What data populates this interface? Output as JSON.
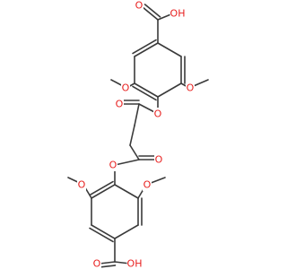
{
  "colors": {
    "background": "#ffffff",
    "bond": "#3a3a3a",
    "oxygen": "#e8201f"
  },
  "labels": {
    "top_acid_oh": "OH",
    "top_acid_o": "O",
    "top_left_methoxy_o": "O",
    "top_right_methoxy_o": "O",
    "top_ester_o": "O",
    "top_carbonyl_o": "O",
    "bottom_ester_o": "O",
    "bottom_carbonyl_o": "O",
    "bottom_left_methoxy_o": "O",
    "bottom_right_methoxy_o": "O",
    "bottom_acid_o": "O",
    "bottom_acid_oh": "OH"
  }
}
